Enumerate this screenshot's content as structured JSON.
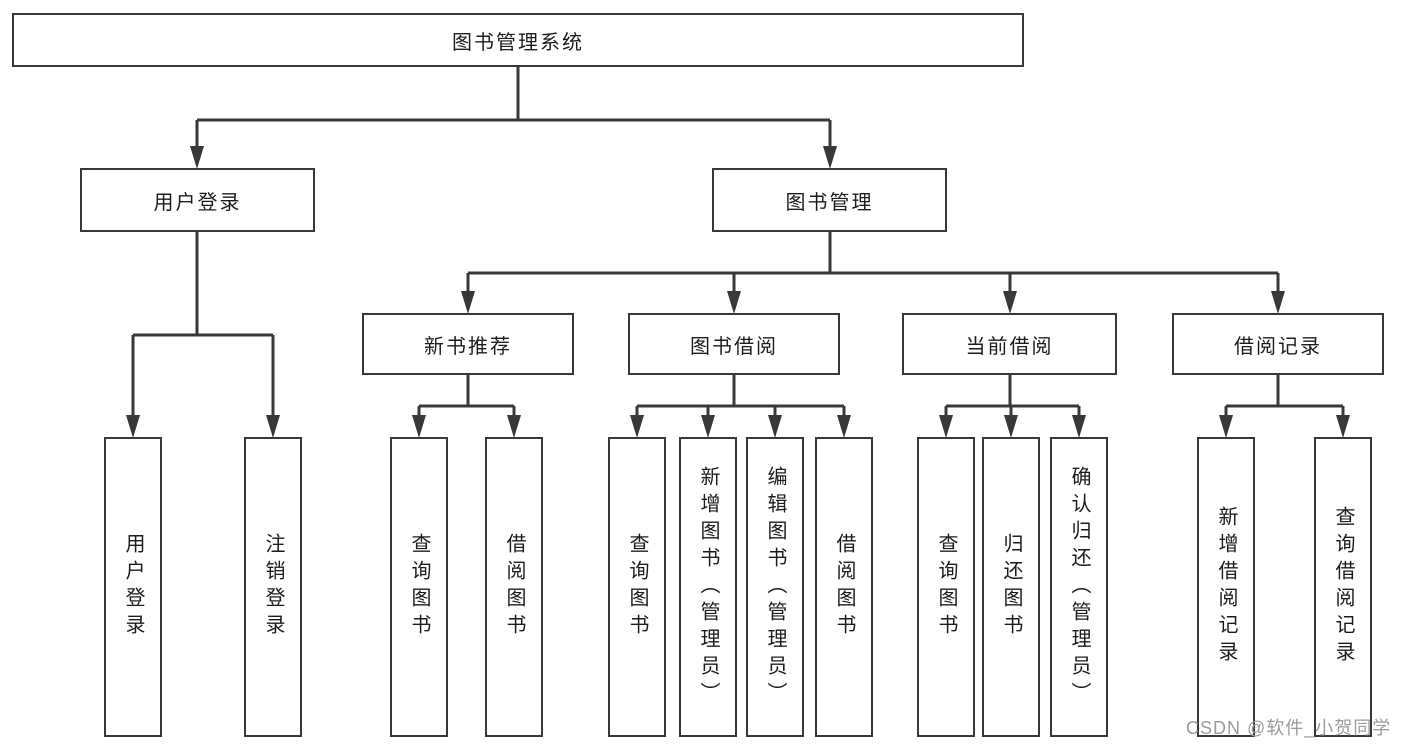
{
  "tree": {
    "root": {
      "label": "图书管理系统"
    },
    "branches": [
      {
        "label": "用户登录",
        "children": [
          {
            "label": "用户登录"
          },
          {
            "label": "注销登录"
          }
        ]
      },
      {
        "label": "图书管理",
        "children": [
          {
            "label": "新书推荐",
            "children": [
              {
                "label": "查询图书"
              },
              {
                "label": "借阅图书"
              }
            ]
          },
          {
            "label": "图书借阅",
            "children": [
              {
                "label": "查询图书"
              },
              {
                "label": "新增图书（管理员）"
              },
              {
                "label": "编辑图书（管理员）"
              },
              {
                "label": "借阅图书"
              }
            ]
          },
          {
            "label": "当前借阅",
            "children": [
              {
                "label": "查询图书"
              },
              {
                "label": "归还图书"
              },
              {
                "label": "确认归还（管理员）"
              }
            ]
          },
          {
            "label": "借阅记录",
            "children": [
              {
                "label": "新增借阅记录"
              },
              {
                "label": "查询借阅记录"
              }
            ]
          }
        ]
      }
    ]
  },
  "watermark": {
    "text": "CSDN @软件_小贺同学"
  },
  "colors": {
    "line": "#383838",
    "text": "#1c1c1c",
    "box_bg": "#ffffff",
    "watermark": "#9b9b9b"
  }
}
